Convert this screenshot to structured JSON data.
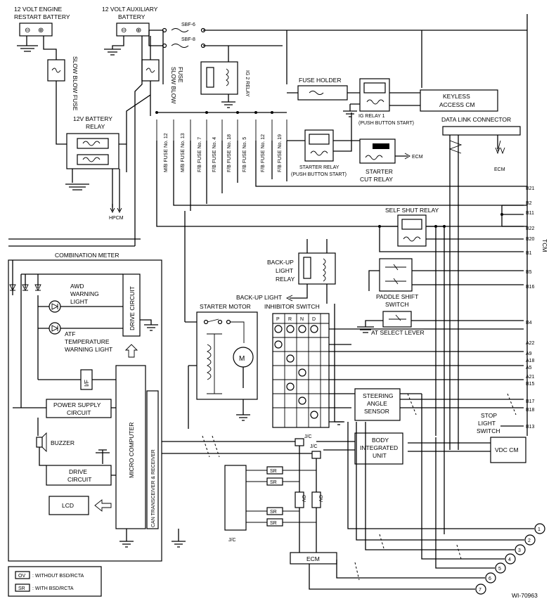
{
  "diagram_id": "WI-70963",
  "batteries": {
    "engine_restart": [
      "12 VOLT ENGINE",
      "RESTART BATTERY"
    ],
    "auxiliary": [
      "12 VOLT AUXILIARY",
      "BATTERY"
    ]
  },
  "fuses": {
    "sbf6": "SBF-6",
    "sbf8": "SBF-8",
    "slow_blow_1": "SLOW BLOW FUSE",
    "slow_blow_2": [
      "SLOW BLOW",
      "FUSE"
    ],
    "vertical": [
      "M/B FUSE No. 12",
      "M/B FUSE No. 13",
      "F/B FUSE No. 7",
      "F/B FUSE No. 4",
      "F/B FUSE No. 18",
      "F/B FUSE No. 5",
      "F/B FUSE No. 12",
      "F/B FUSE No. 19"
    ],
    "holder": "FUSE HOLDER"
  },
  "relays": {
    "battery_relay": [
      "12V BATTERY",
      "RELAY"
    ],
    "ig2": "IG 2 RELAY",
    "ig1": [
      "IG RELAY 1",
      "(PUSH BUTTON START)"
    ],
    "starter": [
      "STARTER RELAY",
      "(PUSH BUTTON START)"
    ],
    "starter_cut": [
      "STARTER",
      "CUT RELAY"
    ],
    "backup": [
      "BACK-UP",
      "LIGHT",
      "RELAY"
    ],
    "self_shut": "SELF SHUT RELAY"
  },
  "components": {
    "hpcm": "HPCM",
    "keyless": [
      "KEYLESS",
      "ACCESS CM"
    ],
    "data_link": "DATA LINK CONNECTOR",
    "ecm": "ECM",
    "ecm_arrow": "ECM",
    "ecm_link": "ECM",
    "backup_light": "BACK-UP LIGHT",
    "starter_motor": "STARTER MOTOR",
    "motor_symbol": "M",
    "inhibitor": "INHIBITOR SWITCH",
    "inhibitor_cols": [
      "P",
      "R",
      "N",
      "D"
    ],
    "paddle": [
      "PADDLE SHIFT",
      "SWITCH"
    ],
    "at_select": "AT SELECT LEVER",
    "steering": [
      "STEERING",
      "ANGLE",
      "SENSOR"
    ],
    "stop_light": [
      "STOP",
      "LIGHT",
      "SWITCH"
    ],
    "vdc": "VDC CM",
    "body_unit": [
      "BODY",
      "INTEGRATED",
      "UNIT"
    ],
    "jc": "J/C",
    "tcm": "TCM"
  },
  "combination_meter": {
    "title": "COMBINATION METER",
    "awd": [
      "AWD",
      "WARNING",
      "LIGHT"
    ],
    "atf": [
      "ATF",
      "TEMPERATURE",
      "WARNING LIGHT"
    ],
    "drive_circuit_v": "DRIVE CIRCUIT",
    "if": "I/F",
    "power_supply": [
      "POWER SUPPLY",
      "CIRCUIT"
    ],
    "micro": "MICRO COMPUTER",
    "can": "CAN TRANSCEIVER & RECEIVER",
    "buzzer": "BUZZER",
    "drive_circuit": [
      "DRIVE",
      "CIRCUIT"
    ],
    "lcd": "LCD"
  },
  "tcm_pins": [
    "B21",
    "B2",
    "B11",
    "B22",
    "B20",
    "B1",
    "B5",
    "B16",
    "B4",
    "A22",
    "A9",
    "A18",
    "A5",
    "A21",
    "B15",
    "B17",
    "B18",
    "B13"
  ],
  "option_boxes": {
    "ov": "OV",
    "sr": "SR"
  },
  "legend": [
    {
      "code": "OV",
      "text": ": WITHOUT BSD/RCTA"
    },
    {
      "code": "SR",
      "text": ": WITH BSD/RCTA"
    }
  ],
  "connectors": [
    "1",
    "2",
    "3",
    "4",
    "5",
    "6",
    "7"
  ]
}
